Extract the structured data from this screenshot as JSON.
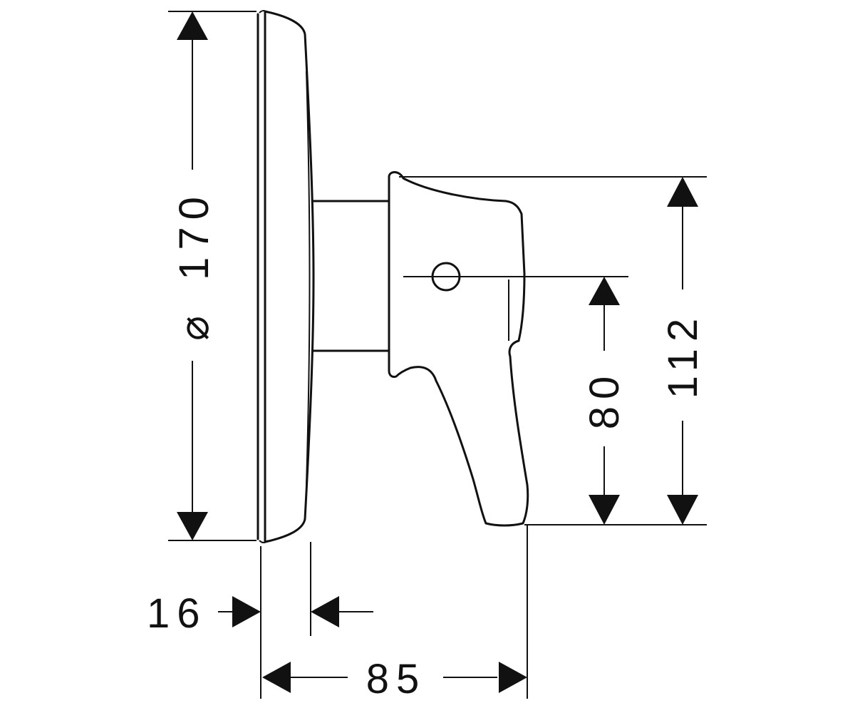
{
  "dimensions": {
    "diameter": {
      "symbol": "⌀",
      "value": "170"
    },
    "total_height": "112",
    "handle_axis_height": "80",
    "rosette_depth": "16",
    "total_depth": "85"
  },
  "colors": {
    "line": "#111111",
    "background": "#ffffff"
  }
}
